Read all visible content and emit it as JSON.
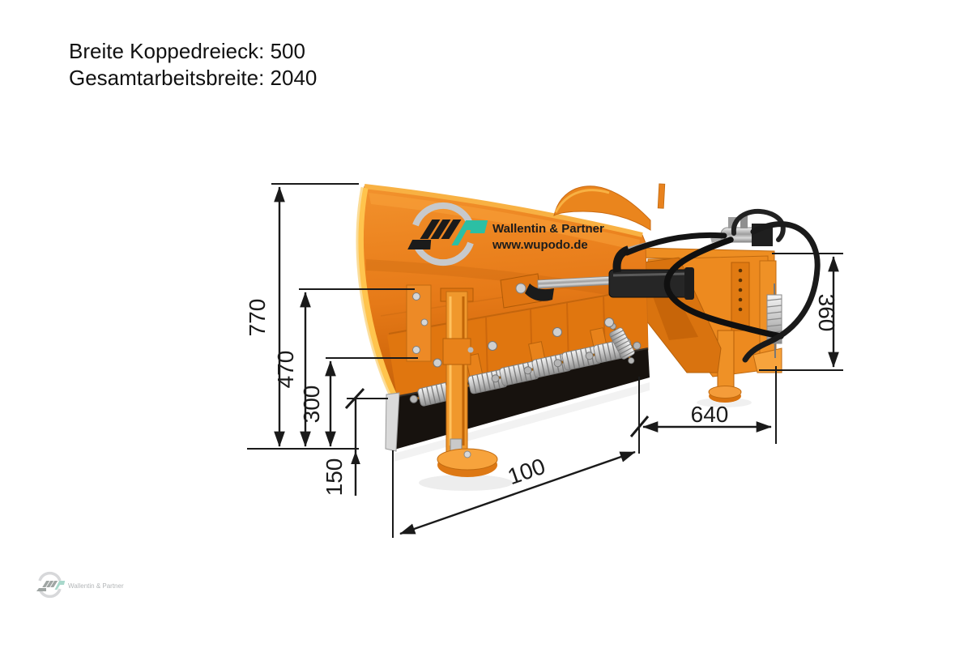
{
  "header": {
    "line1": "Breite Koppedreieck: 500",
    "line2": "Gesamtarbeitsbreite: 2040"
  },
  "brand": {
    "name": "Wallentin & Partner",
    "url": "www.wupodo.de"
  },
  "watermark": {
    "name": "Wallentin & Partner"
  },
  "dimensions": {
    "blade_total_height": "770",
    "blade_mid_height": "470",
    "blade_lower_height": "300",
    "scraper_height": "150",
    "diagonal_width": "100",
    "mount_offset": "640",
    "mount_height": "360"
  },
  "icons": {
    "logo_monogram": "wp-monogram-icon",
    "watermark_monogram": "wp-monogram-icon"
  },
  "colors": {
    "blade_orange": "#E8821E",
    "blade_orange_dark": "#C9660C",
    "trim_yellow": "#F8B143",
    "logo_teal": "#2CBFA4",
    "line_black": "#1A1A1A",
    "rubber_black": "#17120E"
  }
}
